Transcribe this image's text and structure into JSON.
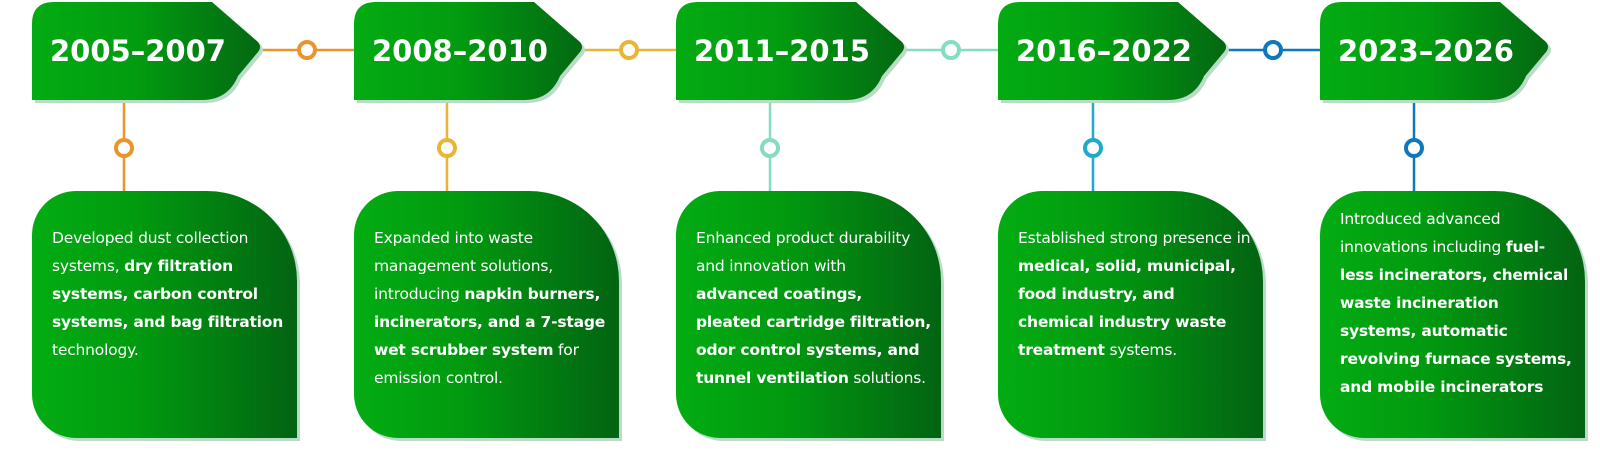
{
  "timeline": [
    {
      "period": "2005–2007",
      "color": "#e8952e",
      "description": [
        {
          "text": "Developed dust collection systems, ",
          "bold": false
        },
        {
          "text": "dry filtration systems, carbon control systems, and bag filtration",
          "bold": true
        },
        {
          "text": " technology.",
          "bold": false
        }
      ]
    },
    {
      "period": "2008–2010",
      "color": "#e8b535",
      "description": [
        {
          "text": "Expanded into waste management solutions, introducing ",
          "bold": false
        },
        {
          "text": "napkin burners, incinerators, and a 7-stage wet scrubber system",
          "bold": true
        },
        {
          "text": " for emission control.",
          "bold": false
        }
      ]
    },
    {
      "period": "2011–2015",
      "color": "#86dcc0",
      "description": [
        {
          "text": "Enhanced product durability and innovation with ",
          "bold": false
        },
        {
          "text": "advanced coatings, pleated cartridge filtration, odor control systems, and tunnel ventilation",
          "bold": true
        },
        {
          "text": " solutions.",
          "bold": false
        }
      ]
    },
    {
      "period": "2016–2022",
      "color": "#21a9cc",
      "description": [
        {
          "text": "Established strong presence in ",
          "bold": false
        },
        {
          "text": "medical, solid, municipal, food industry, and chemical industry waste treatment",
          "bold": true
        },
        {
          "text": " systems.",
          "bold": false
        }
      ]
    },
    {
      "period": "2023–2026",
      "color": "#0e78bd",
      "description": [
        {
          "text": "Introduced advanced innovations including ",
          "bold": false
        },
        {
          "text": "fuel-less incinerators, chemical waste incineration systems, automatic revolving furnace systems, and mobile incinerators",
          "bold": true
        }
      ]
    }
  ],
  "connector_colors": [
    "#e8952e",
    "#e8b535",
    "#86dcc0",
    "#0e78bd"
  ]
}
